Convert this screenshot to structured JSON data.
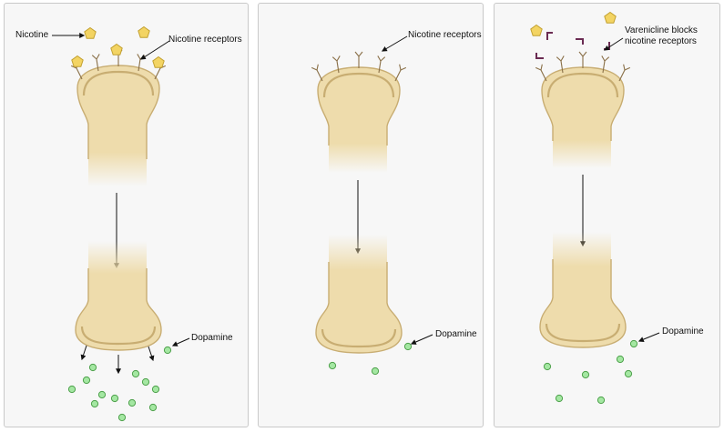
{
  "panels": [
    {
      "name": "panel-nicotine",
      "labels": {
        "nicotine": "Nicotine",
        "receptors": "Nicotine receptors",
        "dopamine": "Dopamine"
      }
    },
    {
      "name": "panel-baseline",
      "labels": {
        "receptors": "Nicotine receptors",
        "dopamine": "Dopamine"
      }
    },
    {
      "name": "panel-varenicline",
      "labels": {
        "receptors_line1": "Varenicline blocks",
        "receptors_line2": "nicotine receptors",
        "dopamine": "Dopamine"
      }
    }
  ],
  "colors": {
    "neuron_fill": "#eedcac",
    "neuron_stroke": "#c8ad72",
    "receptor": "#8a7048",
    "nicotine": "#f3d463",
    "nicotine_stroke": "#c2a030",
    "dopamine": "#a4e7a2",
    "dopamine_stroke": "#4da04a",
    "varenicline": "#6a2b52",
    "arrow": "#111111"
  }
}
